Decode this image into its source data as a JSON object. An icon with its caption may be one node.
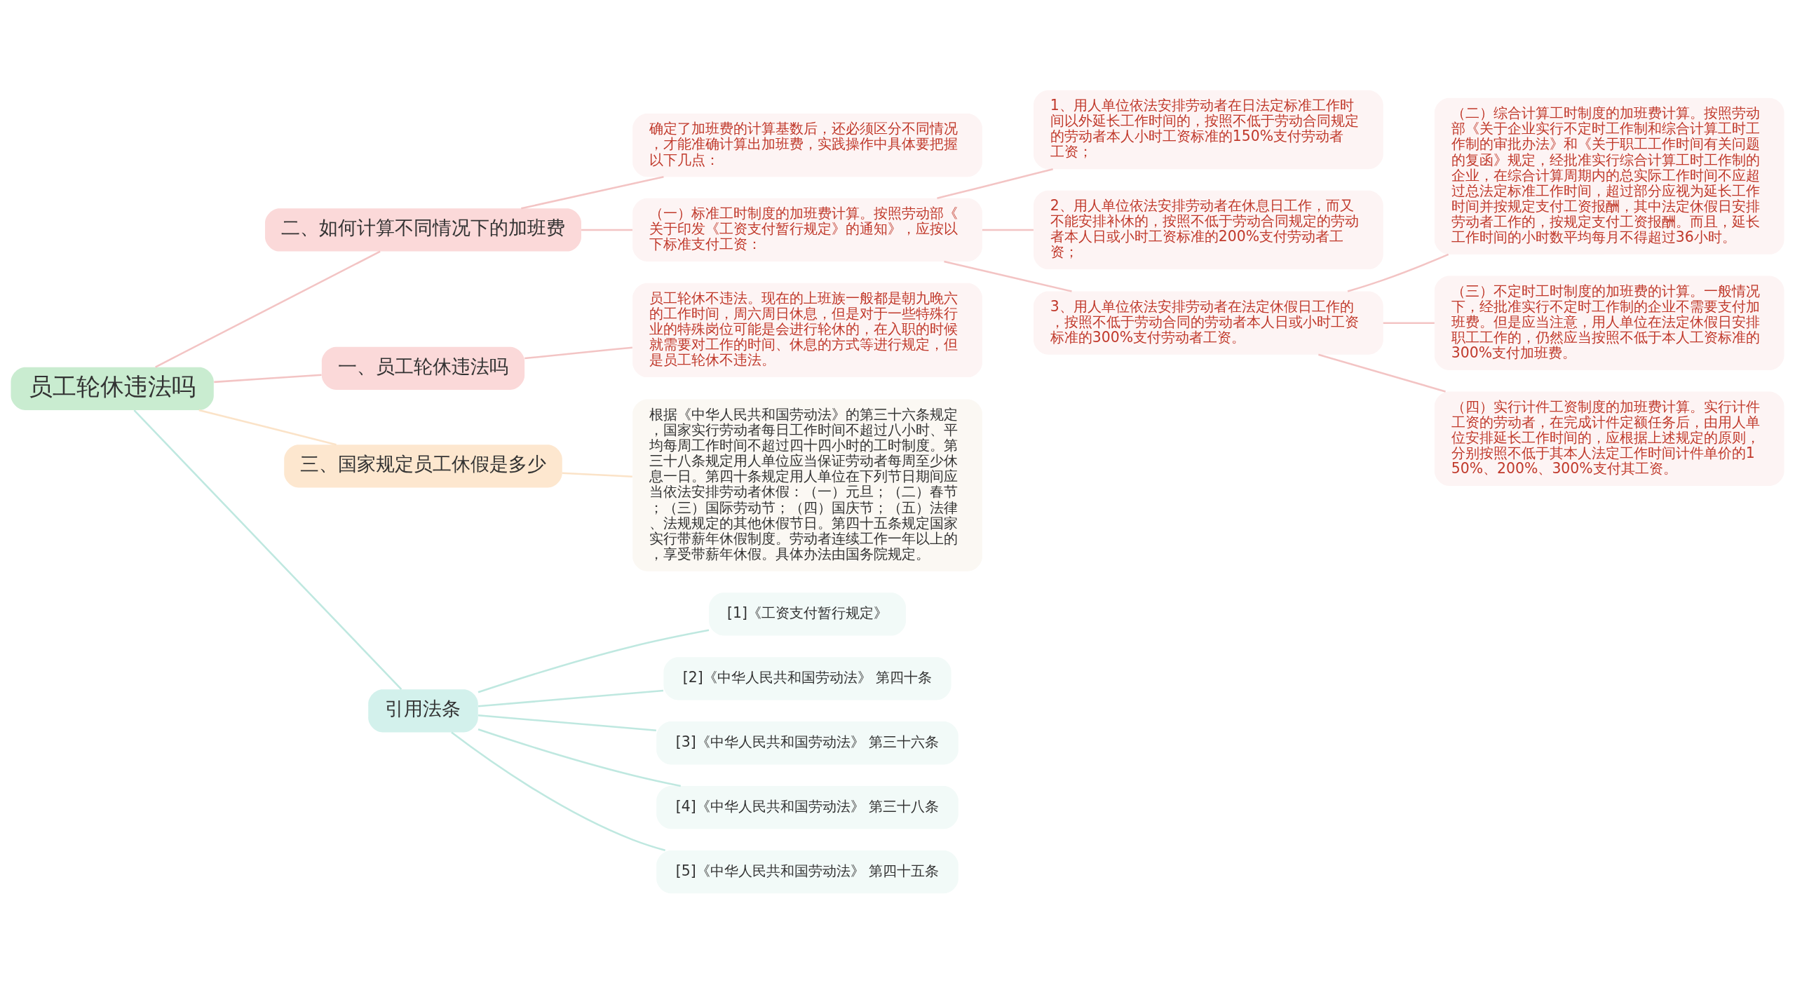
{
  "diagram": {
    "nodes": [
      {
        "text": [
          "员工轮休违法吗"
        ]
      },
      {
        "text": [
          "二、如何计算不同情况下的加班费"
        ]
      },
      {
        "text": [
          "确定了加班费的计算基数后，还必须区分不同情况，才能准确计算出加班费，实践操作中具体要把握以下几点："
        ]
      },
      {
        "text": [
          "（一）标准工时制度的加班费计算。按照劳动部《关于印发《工资支付暂行规定》的通知》，应按以下标准支付工资："
        ]
      },
      {
        "text": [
          "1、用人单位依法安排劳动者在日法定标准工作时间以外延长工作时间的，按照不低于劳动合同规定的劳动者本人小时工资标准的150%支付劳动者工资；"
        ]
      },
      {
        "text": [
          "2、用人单位依法安排劳动者在休息日工作，而又不能安排补休的，按照不低于劳动合同规定的劳动者本人日或小时工资标准的200%支付劳动者工资；"
        ]
      },
      {
        "text": [
          "3、用人单位依法安排劳动者在法定休假日工作的，按照不低于劳动合同的劳动者本人日或小时工资标准的300%支付劳动者工资。"
        ]
      },
      {
        "text": [
          "（二）综合计算工时制度的加班费计算。按照劳动部《关于企业实行不定时工作制和综合计算工时工作制的审批办法》和《关于职工工作时间有关问题的复函》规定，经批准实行综合计算工时工作制的企业，在综合计算周期内的总实际工作时间不应超过总法定标准工作时间，超过部分应视为延长工作时间并按规定支付工资报酬，其中法定休假日安排劳动者工作的，按规定支付工资报酬。而且，延长工作时间的小时数平均每月不得超过36小时。"
        ]
      },
      {
        "text": [
          "（三）不定时工时制度的加班费的计算。一般情况下，经批准实行不定时工作制的企业不需要支付加班费。但是应当注意，用人单位在法定休假日安排职工工作的，仍然应当按照不低于本人工资标准的300%支付加班费。"
        ]
      },
      {
        "text": [
          "（四）实行计件工资制度的加班费计算。实行计件工资的劳动者，在完成计件定额任务后，由用人单位安排延长工作时间的，应根据上述规定的原则，分别按照不低于其本人法定工作时间计件单价的150%、200%、300%支付其工资。"
        ]
      },
      {
        "text": [
          "一、员工轮休违法吗"
        ]
      },
      {
        "text": [
          "员工轮休不违法。现在的上班族一般都是朝九晚六的工作时间，周六周日休息，但是对于一些特殊行业的特殊岗位可能是会进行轮休的，在入职的时候就需要对工作的时间、休息的方式等进行规定，但是员工轮休不违法。"
        ]
      },
      {
        "text": [
          "三、国家规定员工休假是多少"
        ]
      },
      {
        "text": [
          "根据《中华人民共和国劳动法》的第三十六条规定，国家实行劳动者每日工作时间不超过八小时、平均每周工作时间不超过四十四小时的工时制度。第三十八条规定用人单位应当保证劳动者每周至少休息一日。第四十条规定用人单位在下列节日期间应当依法安排劳动者休假：（一）元旦；（二）春节；（三）国际劳动节；（四）国庆节；（五）法律、法规规定的其他休假节日。第四十五条规定国家实行带薪年休假制度。劳动者连续工作一年以上的，享受带薪年休假。具体办法由国务院规定。"
        ]
      },
      {
        "text": [
          "引用法条"
        ]
      },
      {
        "text": [
          "[1]《工资支付暂行规定》"
        ]
      },
      {
        "text": [
          "[2]《中华人民共和国劳动法》 第四十条"
        ]
      },
      {
        "text": [
          "[3]《中华人民共和国劳动法》 第三十六条"
        ]
      },
      {
        "text": [
          "[4]《中华人民共和国劳动法》 第三十八条"
        ]
      },
      {
        "text": [
          "[5]《中华人民共和国劳动法》 第四十五条"
        ]
      }
    ],
    "edges": [
      {
        "from": 0,
        "to": 1,
        "arrow": "none"
      },
      {
        "from": 1,
        "to": 2,
        "arrow": "none"
      },
      {
        "from": 1,
        "to": 3,
        "arrow": "none"
      },
      {
        "from": 3,
        "to": 4,
        "arrow": "none"
      },
      {
        "from": 3,
        "to": 5,
        "arrow": "none"
      },
      {
        "from": 3,
        "to": 6,
        "arrow": "none"
      },
      {
        "from": 6,
        "to": 7,
        "arrow": "none"
      },
      {
        "from": 6,
        "to": 8,
        "arrow": "none"
      },
      {
        "from": 6,
        "to": 9,
        "arrow": "none"
      },
      {
        "from": 0,
        "to": 10,
        "arrow": "none"
      },
      {
        "from": 10,
        "to": 11,
        "arrow": "none"
      },
      {
        "from": 0,
        "to": 12,
        "arrow": "none",
        "color": "#fbe3c8"
      },
      {
        "from": 12,
        "to": 13,
        "arrow": "none",
        "color": "#fbe3c8"
      },
      {
        "from": 0,
        "to": 14,
        "arrow": "none",
        "color": "#bfe8e0"
      },
      {
        "from": 14,
        "to": 15,
        "arrow": "none",
        "color": "#bfe8e0"
      },
      {
        "from": 14,
        "to": 16,
        "arrow": "none",
        "color": "#bfe8e0"
      },
      {
        "from": 14,
        "to": 17,
        "arrow": "none",
        "color": "#bfe8e0"
      },
      {
        "from": 14,
        "to": 18,
        "arrow": "none",
        "color": "#bfe8e0"
      },
      {
        "from": 14,
        "to": 19,
        "arrow": "none",
        "color": "#bfe8e0"
      }
    ]
  }
}
